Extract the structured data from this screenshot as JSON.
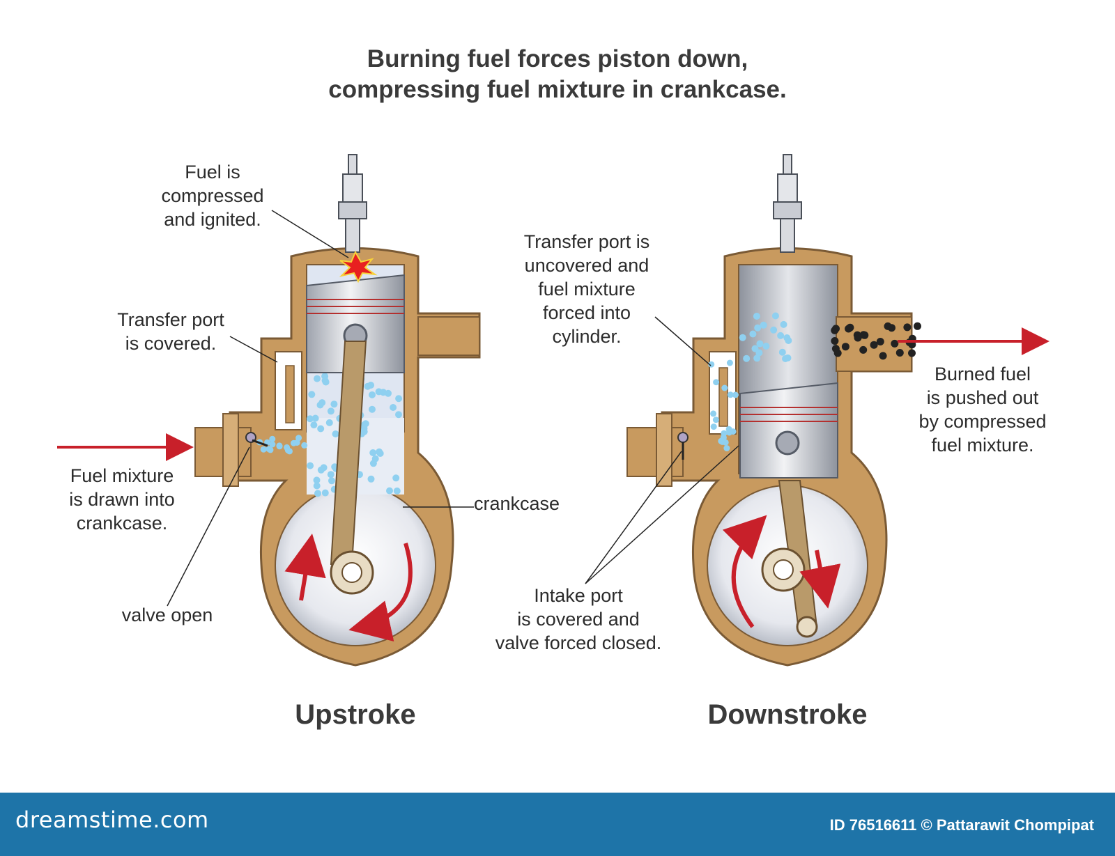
{
  "title": {
    "line1": "Burning fuel forces piston down,",
    "line2": "compressing fuel mixture in crankcase."
  },
  "labels": {
    "fuel_compressed": "Fuel is\ncompressed\nand ignited.",
    "transfer_covered": "Transfer port\nis covered.",
    "fuel_drawn": "Fuel mixture\nis drawn into\ncrankcase.",
    "valve_open": "valve open",
    "crankcase": "crankcase",
    "transfer_uncovered": "Transfer port is\nuncovered and\nfuel mixture\nforced into\ncylinder.",
    "burned_fuel": "Burned fuel\nis pushed out\nby compressed\nfuel mixture.",
    "intake_covered": "Intake port\nis covered and\nvalve forced closed."
  },
  "captions": {
    "upstroke": "Upstroke",
    "downstroke": "Downstroke"
  },
  "footer": {
    "logo": "dreamstime.com",
    "credit": "ID 76516611 © Pattarawit Chompipat"
  },
  "colors": {
    "casing": "#c89a5f",
    "casing_dark": "#7a5a35",
    "cavity": "#ffffff",
    "piston": "#c9ccd3",
    "bubbles": "#8fd0f0",
    "arrow": "#c8202a",
    "footer": "#1e74a8"
  }
}
